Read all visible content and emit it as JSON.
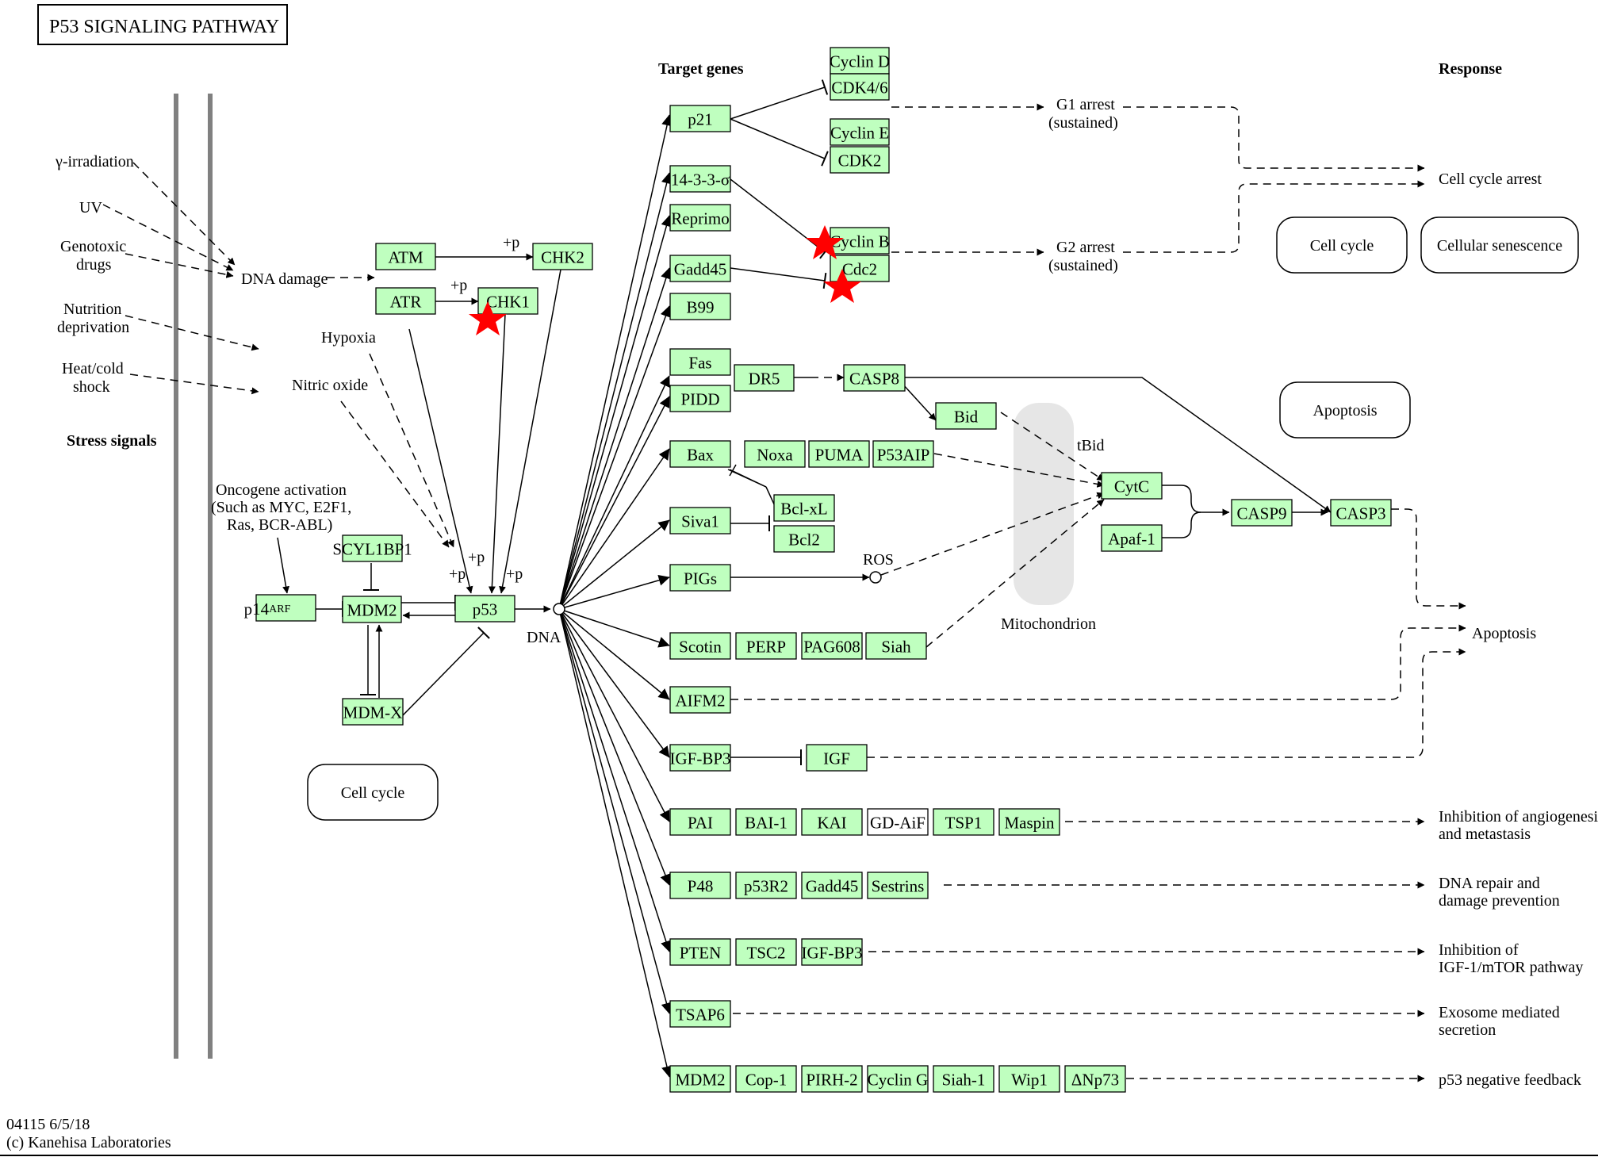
{
  "title": "P53 SIGNALING PATHWAY",
  "footer": {
    "code": "04115 6/5/18",
    "copyright": "(c) Kanehisa Laboratories"
  },
  "headings": {
    "target_genes": "Target genes",
    "response": "Response",
    "stress_signals": "Stress signals"
  },
  "stress": {
    "gamma": "γ-irradiation",
    "uv": "UV",
    "genotoxic_1": "Genotoxic",
    "genotoxic_2": "drugs",
    "nutrition_1": "Nutrition",
    "nutrition_2": "deprivation",
    "heat_1": "Heat/cold",
    "heat_2": "shock",
    "dna_damage": "DNA damage",
    "hypoxia": "Hypoxia",
    "nitric_oxide": "Nitric oxide",
    "onc_1": "Oncogene activation",
    "onc_2": "(Such as MYC, E2F1,",
    "onc_3": "Ras, BCR-ABL)"
  },
  "labels": {
    "plus_p": "+p",
    "dna": "DNA",
    "ros": "ROS",
    "tbid": "tBid",
    "mitochondrion": "Mitochondrion",
    "g1_1": "G1 arrest",
    "g1_2": "(sustained)",
    "g2_1": "G2 arrest",
    "g2_2": "(sustained)",
    "p14_main": "p14",
    "p14_sup": "ARF"
  },
  "responses": {
    "cell_cycle_arrest": "Cell cycle arrest",
    "apoptosis": "Apoptosis",
    "angio_1": "Inhibition of angiogenesis",
    "angio_2": "and metastasis",
    "dna_1": "DNA repair and",
    "dna_2": "damage prevention",
    "igf_1": "Inhibition of",
    "igf_2": "IGF-1/mTOR pathway",
    "exo_1": "Exosome mediated",
    "exo_2": "secretion",
    "neg": "p53 negative feedback"
  },
  "maps": {
    "cell_cycle_left": "Cell cycle",
    "cell_cycle_right": "Cell cycle",
    "senescence": "Cellular senescence",
    "apoptosis": "Apoptosis"
  },
  "genes": {
    "atm": "ATM",
    "atr": "ATR",
    "chk1": "CHK1",
    "chk2": "CHK2",
    "p53": "p53",
    "mdm2": "MDM2",
    "mdmx": "MDM-X",
    "scyl1bp1": "SCYL1BP1",
    "cyclind": "Cyclin D",
    "cdk46": "CDK4/6",
    "cycline": "Cyclin E",
    "cdk2": "CDK2",
    "cyclinb": "Cyclin B",
    "cdc2": "Cdc2",
    "p21": "p21",
    "sigma": "14-3-3-σ",
    "reprimo": "Reprimo",
    "gadd45": "Gadd45",
    "b99": "B99",
    "fas": "Fas",
    "pidd": "PIDD",
    "dr5": "DR5",
    "casp8": "CASP8",
    "bid": "Bid",
    "bax": "Bax",
    "noxa": "Noxa",
    "puma": "PUMA",
    "p53aip": "P53AIP",
    "bclxl": "Bcl-xL",
    "bcl2": "Bcl2",
    "siva1": "Siva1",
    "pigs": "PIGs",
    "cytc": "CytC",
    "apaf1": "Apaf-1",
    "casp9": "CASP9",
    "casp3": "CASP3",
    "scotin": "Scotin",
    "perp": "PERP",
    "pag608": "PAG608",
    "siah": "Siah",
    "aifm2": "AIFM2",
    "igfbp3": "IGF-BP3",
    "igf": "IGF",
    "pai": "PAI",
    "bai1": "BAI-1",
    "kai": "KAI",
    "gdaif": "GD-AiF",
    "tsp1": "TSP1",
    "maspin": "Maspin",
    "p48": "P48",
    "p53r2": "p53R2",
    "gadd45b": "Gadd45",
    "sestrins": "Sestrins",
    "pten": "PTEN",
    "tsc2": "TSC2",
    "igfbp3b": "IGF-BP3",
    "tsap6": "TSAP6",
    "mdm2b": "MDM2",
    "cop1": "Cop-1",
    "pirh2": "PIRH-2",
    "cyclinG": "Cyclin G",
    "siah1": "Siah-1",
    "wip1": "Wip1",
    "dnp73": "ΔNp73"
  },
  "colors": {
    "gene_fill": "#bfffbf",
    "highlight_star": "#ff0000",
    "membrane": "#808080",
    "mitochondrion": "#e6e6e6"
  }
}
